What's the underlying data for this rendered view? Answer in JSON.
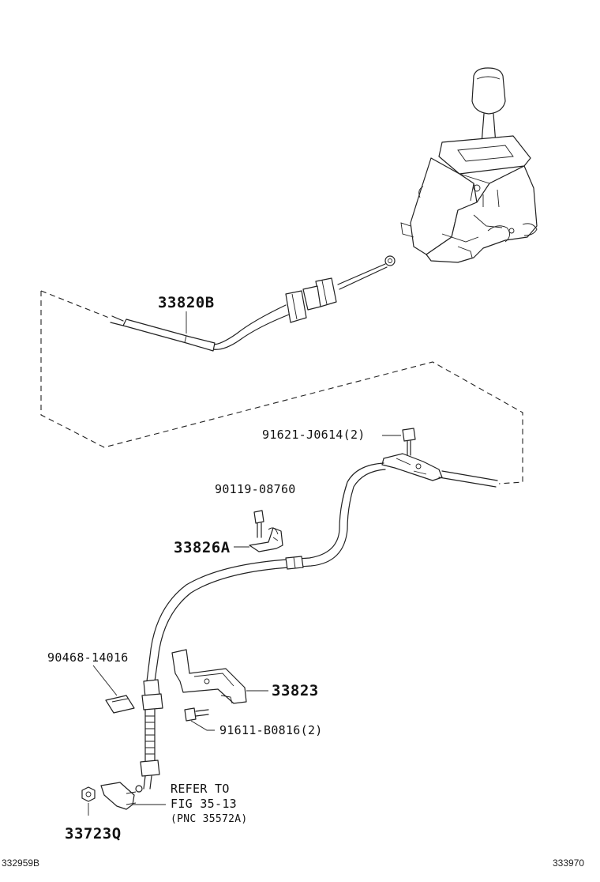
{
  "parts": [
    {
      "id": "cable_assembly",
      "label": "33820B"
    },
    {
      "id": "bolt_upper",
      "label": "91621-J0614(2)"
    },
    {
      "id": "bolt_small",
      "label": "90119-08760"
    },
    {
      "id": "clamp",
      "label": "33826A"
    },
    {
      "id": "clip",
      "label": "90468-14016"
    },
    {
      "id": "bracket",
      "label": "33823"
    },
    {
      "id": "bolt_bracket",
      "label": "91611-B0816(2)"
    },
    {
      "id": "nut",
      "label": "33723Q"
    }
  ],
  "reference": {
    "line1": "REFER TO",
    "line2": "FIG 35-13",
    "line3": "(PNC 35572A)"
  },
  "footer": {
    "left_code": "332959B",
    "right_code": "333970"
  }
}
